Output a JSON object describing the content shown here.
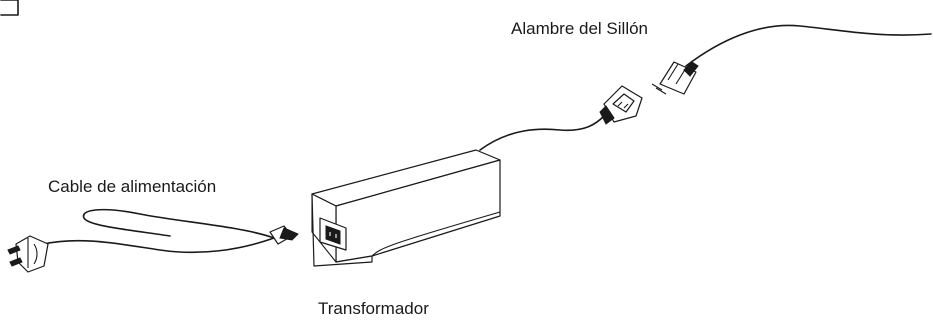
{
  "labels": {
    "chair_wire": "Alambre del Sillón",
    "power_cable": "Cable de alimentación",
    "transformer": "Transformador"
  }
}
